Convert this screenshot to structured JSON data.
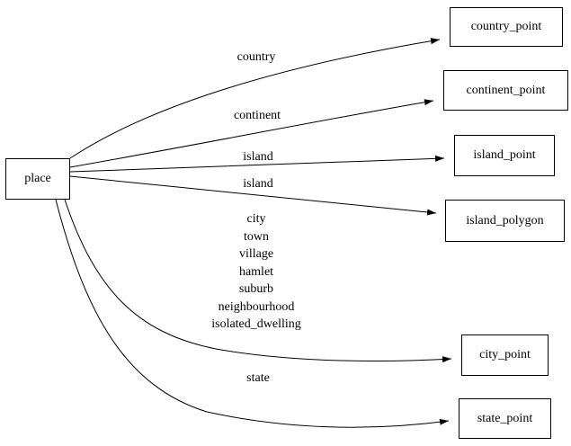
{
  "diagram": {
    "type": "directed-graph",
    "nodes": {
      "place": "place",
      "country_point": "country_point",
      "continent_point": "continent_point",
      "island_point": "island_point",
      "island_polygon": "island_polygon",
      "city_point": "city_point",
      "state_point": "state_point"
    },
    "edges": [
      {
        "from": "place",
        "to": "country_point",
        "label": "country"
      },
      {
        "from": "place",
        "to": "continent_point",
        "label": "continent"
      },
      {
        "from": "place",
        "to": "island_point",
        "label": "island"
      },
      {
        "from": "place",
        "to": "island_polygon",
        "label": "island"
      },
      {
        "from": "place",
        "to": "city_point",
        "label_lines": [
          "city",
          "town",
          "village",
          "hamlet",
          "suburb",
          "neighbourhood",
          "isolated_dwelling"
        ]
      },
      {
        "from": "place",
        "to": "state_point",
        "label": "state"
      }
    ],
    "colors": {
      "background": "#ffffff",
      "node_fill": "#ffffff",
      "stroke": "#000000",
      "text": "#000000"
    }
  }
}
